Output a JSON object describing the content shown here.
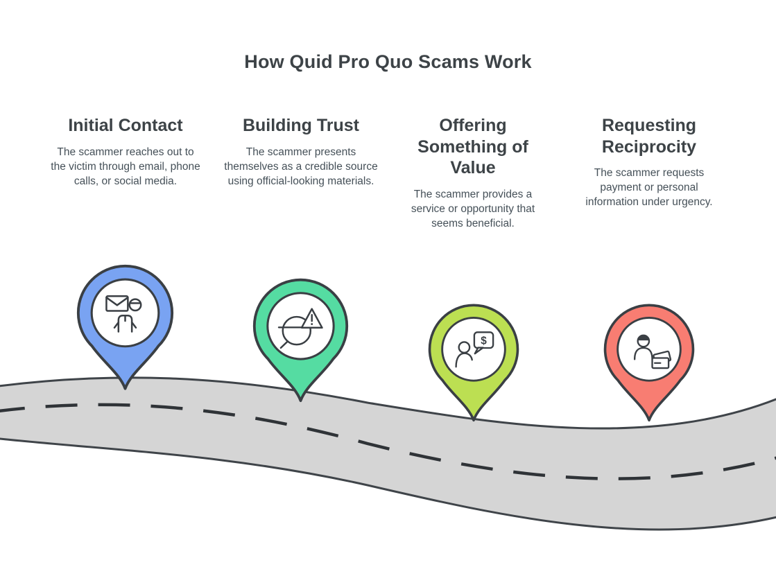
{
  "title": "How Quid Pro Quo Scams Work",
  "colors": {
    "road_fill": "#d5d5d5",
    "outline": "#3a3f44"
  },
  "steps": [
    {
      "heading": "Initial Contact",
      "description": "The scammer reaches out to the victim through email, phone calls, or social media.",
      "pin_color": "#79A3F2",
      "icon": "email-person-icon"
    },
    {
      "heading": "Building Trust",
      "description": "The scammer presents themselves as a credible source using official-looking materials.",
      "pin_color": "#55DCA2",
      "icon": "credibility-warning-icon"
    },
    {
      "heading": "Offering Something of Value",
      "description": "The scammer provides a service or opportunity that seems beneficial.",
      "pin_color": "#BCDF52",
      "icon": "offer-chat-icon",
      "bubble_symbol": "$"
    },
    {
      "heading": "Requesting Reciprocity",
      "description": "The scammer requests payment or personal information under urgency.",
      "pin_color": "#F87D72",
      "icon": "payment-request-icon"
    }
  ]
}
